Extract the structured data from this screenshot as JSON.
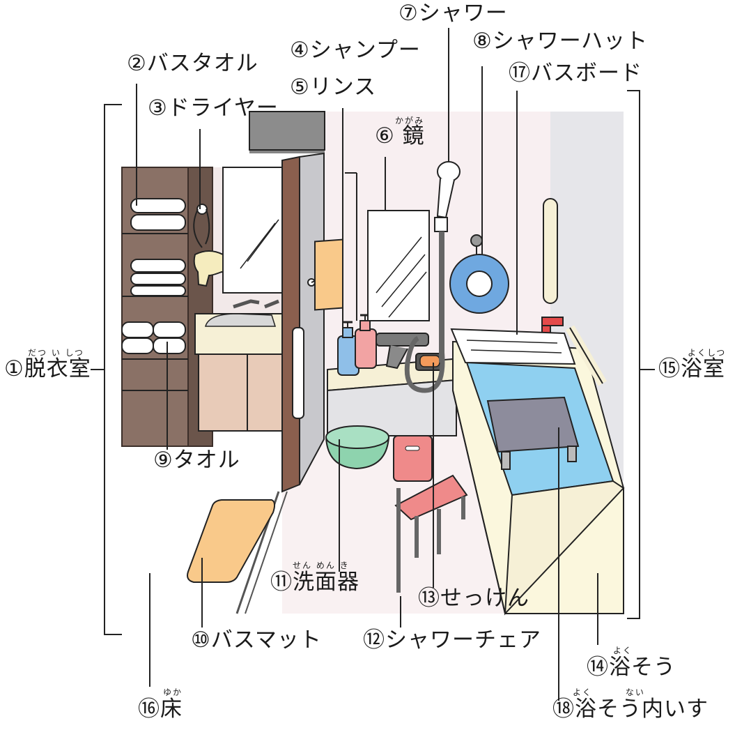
{
  "labels": {
    "datsuishitsu": {
      "text": "①脱衣室",
      "ruby": "だつ い しつ"
    },
    "bath_towel": {
      "text": "②バスタオル"
    },
    "dryer": {
      "text": "③ドライヤー"
    },
    "shampoo": {
      "text": "④シャンプー"
    },
    "rinse": {
      "text": "⑤リンス"
    },
    "mirror": {
      "text": "⑥ 鏡",
      "ruby": "かがみ"
    },
    "shower": {
      "text": "⑦シャワー"
    },
    "shower_hat": {
      "text": "⑧シャワーハット"
    },
    "towel": {
      "text": "⑨タオル"
    },
    "bath_mat": {
      "text": "⑩バスマット"
    },
    "washbowl": {
      "text": "⑪洗面器",
      "ruby": "せん めん き"
    },
    "shower_chair": {
      "text": "⑫シャワーチェア"
    },
    "soap": {
      "text": "⑬せっけん"
    },
    "bathtub": {
      "text": "⑭浴そう",
      "ruby": "よく"
    },
    "bathroom": {
      "text": "⑮浴室",
      "ruby": "よくしつ"
    },
    "floor": {
      "text": "⑯床",
      "ruby": "ゆか"
    },
    "bath_board": {
      "text": "⑰バスボード"
    },
    "tub_seat": {
      "text": "⑱浴そう内いす",
      "ruby": "よく　　　 ない"
    }
  },
  "colors": {
    "wood": "#8a7166",
    "wood_dark": "#6b554b",
    "door": "#8a5f4e",
    "towel": "#ffffff",
    "sink_cabinet": "#e8cbb8",
    "counter": "#f6f0d6",
    "wall": "#f7eef0",
    "tile": "#e3e3e6",
    "bathtub": "#fbf7dd",
    "water": "#8fd0f0",
    "bath_mat": "#f9c98a",
    "hand_towel": "#f9c98a",
    "shampoo": "#8fbfe8",
    "rinse": "#f2a3a3",
    "washbowl": "#8ed3ae",
    "chair": "#ef8a8a",
    "shower_hat": "#6fa8e0",
    "seat": "#8d8c9c",
    "faucet_red": "#e44a4a"
  }
}
